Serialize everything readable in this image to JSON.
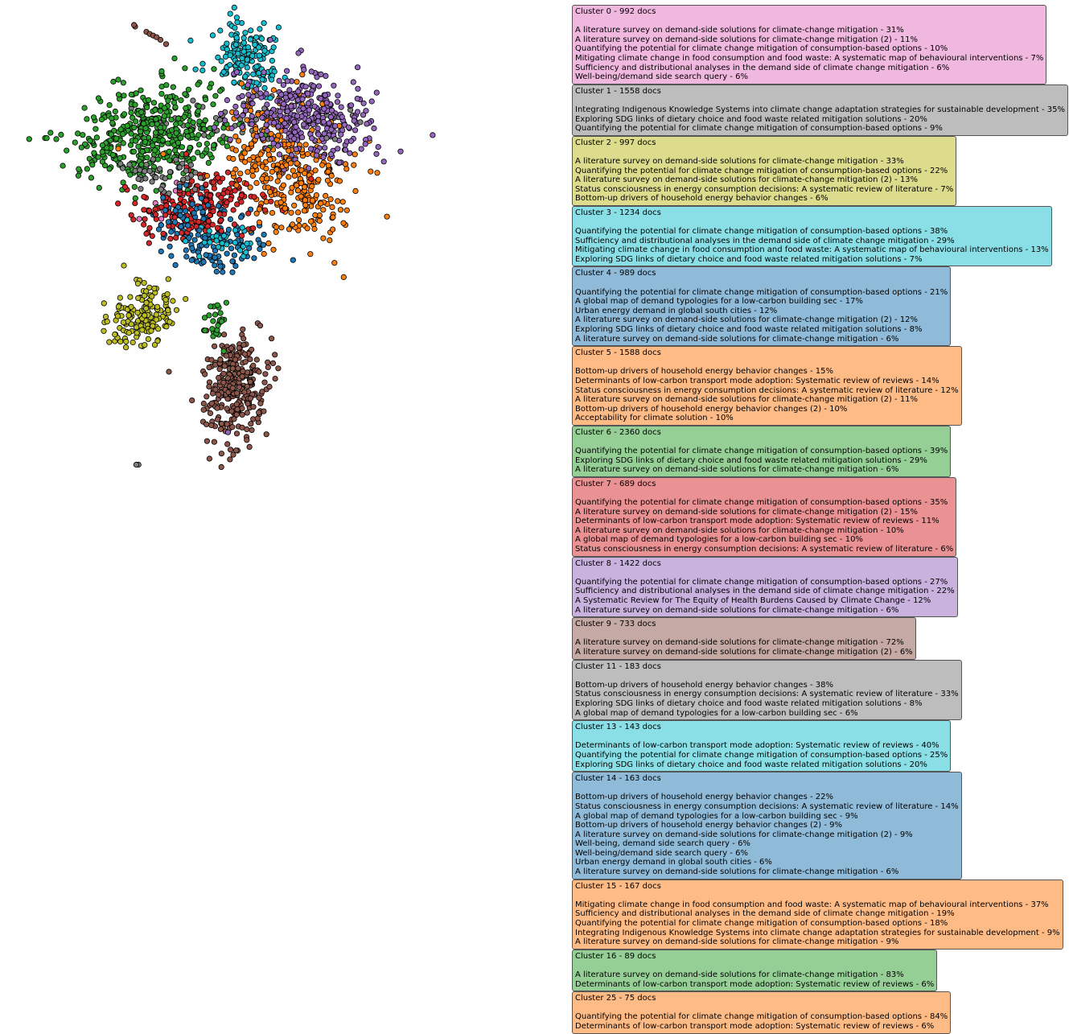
{
  "chart_data": {
    "type": "scatter",
    "xlim": [
      0,
      100
    ],
    "ylim": [
      0,
      100
    ],
    "axes_visible": false,
    "grid": false,
    "legend_placement": "right",
    "series": [
      {
        "cluster": 0,
        "color": "#e377c2",
        "count": 992,
        "centers": [
          [
            31,
            63
          ],
          [
            26,
            58
          ]
        ],
        "spread": [
          1.5,
          1.2
        ],
        "n_points": 10
      },
      {
        "cluster": 1,
        "color": "#7f7f7f",
        "count": 1558,
        "centers": [
          [
            60,
            78
          ],
          [
            26,
            77
          ]
        ],
        "spread": [
          2.5,
          2.0
        ],
        "n_points": 80
      },
      {
        "cluster": 2,
        "color": "#bcbd22",
        "count": 997,
        "centers": [
          [
            27,
            43
          ],
          [
            24,
            38
          ]
        ],
        "spread": [
          2.8,
          2.2
        ],
        "n_points": 160
      },
      {
        "cluster": 3,
        "color": "#17becf",
        "count": 1234,
        "centers": [
          [
            45,
            86
          ],
          [
            43,
            92
          ]
        ],
        "spread": [
          2.8,
          3.0
        ],
        "n_points": 160
      },
      {
        "cluster": 4,
        "color": "#1f77b4",
        "count": 989,
        "centers": [
          [
            42,
            55
          ],
          [
            34,
            55
          ]
        ],
        "spread": [
          4.0,
          3.0
        ],
        "n_points": 140
      },
      {
        "cluster": 5,
        "color": "#ff7f0e",
        "count": 1588,
        "centers": [
          [
            56,
            58
          ],
          [
            48,
            78
          ]
        ],
        "spread": [
          4.5,
          4.5
        ],
        "n_points": 300
      },
      {
        "cluster": 6,
        "color": "#2ca02c",
        "count": 2360,
        "centers": [
          [
            22,
            72
          ],
          [
            32,
            77
          ]
        ],
        "spread": [
          6.0,
          4.0
        ],
        "n_points": 420
      },
      {
        "cluster": 7,
        "color": "#d62728",
        "count": 689,
        "centers": [
          [
            40,
            62
          ],
          [
            30,
            60
          ]
        ],
        "spread": [
          5.0,
          3.0
        ],
        "n_points": 200
      },
      {
        "cluster": 8,
        "color": "#9467bd",
        "count": 1422,
        "centers": [
          [
            58,
            74
          ],
          [
            50,
            82
          ]
        ],
        "spread": [
          5.5,
          3.5
        ],
        "n_points": 320
      },
      {
        "cluster": 9,
        "color": "#8c564b",
        "count": 733,
        "centers": [
          [
            41,
            22
          ],
          [
            42,
            32
          ]
        ],
        "spread": [
          2.8,
          4.0
        ],
        "n_points": 300
      },
      {
        "cluster": 11,
        "color": "#7f7f7f",
        "count": 183,
        "centers": [
          [
            28,
            67
          ]
        ],
        "spread": [
          4.0,
          1.5
        ],
        "n_points": 40
      },
      {
        "cluster": 13,
        "color": "#17becf",
        "count": 143,
        "centers": [
          [
            40,
            55
          ]
        ],
        "spread": [
          3.0,
          2.0
        ],
        "n_points": 30
      },
      {
        "cluster": 14,
        "color": "#1f77b4",
        "count": 163,
        "centers": [
          [
            33,
            60
          ]
        ],
        "spread": [
          3.0,
          2.0
        ],
        "n_points": 30
      },
      {
        "cluster": 15,
        "color": "#ff7f0e",
        "count": 167,
        "centers": [
          [
            48,
            70
          ]
        ],
        "spread": [
          4.0,
          3.0
        ],
        "n_points": 40
      },
      {
        "cluster": 16,
        "color": "#2ca02c",
        "count": 89,
        "centers": [
          [
            38,
            40
          ]
        ],
        "spread": [
          1.2,
          2.0
        ],
        "n_points": 25
      },
      {
        "cluster": 25,
        "color": "#ff7f0e",
        "count": 75,
        "centers": [
          [
            50,
            60
          ]
        ],
        "spread": [
          3.0,
          3.0
        ],
        "n_points": 20
      }
    ],
    "outliers": [
      {
        "x": 24,
        "y": 95,
        "color": "#8c564b"
      },
      {
        "x": 23.8,
        "y": 95.3,
        "color": "#8c564b"
      },
      {
        "x": 26,
        "y": 94,
        "color": "#8c564b"
      },
      {
        "x": 26.6,
        "y": 93.6,
        "color": "#8c564b"
      },
      {
        "x": 27.2,
        "y": 93.3,
        "color": "#8c564b"
      },
      {
        "x": 27.8,
        "y": 93.0,
        "color": "#8c564b"
      },
      {
        "x": 28.5,
        "y": 92.5,
        "color": "#8c564b"
      },
      {
        "x": 29.5,
        "y": 91.7,
        "color": "#8c564b"
      },
      {
        "x": 8,
        "y": 74,
        "color": "#2ca02c"
      },
      {
        "x": 8.3,
        "y": 74,
        "color": "#2ca02c"
      },
      {
        "x": 10,
        "y": 73.8,
        "color": "#2ca02c"
      },
      {
        "x": 16,
        "y": 73.5,
        "color": "#2ca02c"
      },
      {
        "x": 64,
        "y": 77,
        "color": "#7f7f7f"
      },
      {
        "x": 58,
        "y": 74,
        "color": "#7f7f7f"
      },
      {
        "x": 59.5,
        "y": 73.8,
        "color": "#7f7f7f"
      },
      {
        "x": 61,
        "y": 58,
        "color": "#ff7f0e"
      },
      {
        "x": 59,
        "y": 61,
        "color": "#ff7f0e"
      },
      {
        "x": 60.5,
        "y": 60.5,
        "color": "#ff7f0e"
      },
      {
        "x": 59.4,
        "y": 50.5,
        "color": "#ff7f0e"
      },
      {
        "x": 22,
        "y": 50,
        "color": "#bcbd22"
      },
      {
        "x": 24.5,
        "y": 46.6,
        "color": "#bcbd22"
      },
      {
        "x": 26,
        "y": 43,
        "color": "#bcbd22"
      },
      {
        "x": 24.6,
        "y": 12.5,
        "color": "#7f7f7f"
      },
      {
        "x": 24.2,
        "y": 12.5,
        "color": "#7f7f7f"
      },
      {
        "x": 30,
        "y": 30,
        "color": "#8c564b"
      },
      {
        "x": 40.5,
        "y": 18.6,
        "color": "#9467bd"
      },
      {
        "x": 31,
        "y": 89,
        "color": "#2ca02c"
      },
      {
        "x": 22,
        "y": 82,
        "color": "#2ca02c"
      },
      {
        "x": 21,
        "y": 85,
        "color": "#2ca02c"
      },
      {
        "x": 25,
        "y": 83,
        "color": "#2ca02c"
      },
      {
        "x": 36,
        "y": 88,
        "color": "#17becf"
      },
      {
        "x": 48,
        "y": 92.5,
        "color": "#9467bd"
      },
      {
        "x": 53,
        "y": 90,
        "color": "#9467bd"
      },
      {
        "x": 57,
        "y": 86,
        "color": "#9467bd"
      },
      {
        "x": 60,
        "y": 82,
        "color": "#9467bd"
      },
      {
        "x": 38,
        "y": 87,
        "color": "#2ca02c"
      },
      {
        "x": 26,
        "y": 69,
        "color": "#7f7f7f"
      },
      {
        "x": 23,
        "y": 69,
        "color": "#7f7f7f"
      },
      {
        "x": 29,
        "y": 71,
        "color": "#ff7f0e"
      },
      {
        "x": 21,
        "y": 72,
        "color": "#ff7f0e"
      },
      {
        "x": 29,
        "y": 56,
        "color": "#d62728"
      },
      {
        "x": 26,
        "y": 56,
        "color": "#d62728"
      },
      {
        "x": 46,
        "y": 30,
        "color": "#8c564b"
      },
      {
        "x": 47,
        "y": 28,
        "color": "#8c564b"
      },
      {
        "x": 44,
        "y": 24,
        "color": "#8c564b"
      }
    ],
    "legend": [
      {
        "title": "Cluster 0 - 992 docs",
        "color": "#f0b8df",
        "lines": [
          "A literature survey on demand-side solutions for climate-change mitigation - 31%",
          "A literature survey on demand-side solutions for climate-change mitigation (2) - 11%",
          "Quantifying the potential for climate change mitigation of consumption-based options - 10%",
          "Mitigating climate change in food consumption and food waste: A systematic map of behavioural interventions - 7%",
          "Sufficiency and distributional analyses in the demand side of climate change mitigation - 6%",
          "Well-being/demand side search query - 6%"
        ]
      },
      {
        "title": "Cluster 1 - 1558 docs",
        "color": "#bdbdbd",
        "lines": [
          "Integrating Indigenous Knowledge Systems into climate change adaptation strategies for sustainable development - 35%",
          "Exploring SDG links of dietary choice and food waste related mitigation solutions - 20%",
          "Quantifying the potential for climate change mitigation of consumption-based options - 9%"
        ]
      },
      {
        "title": "Cluster 2 - 997 docs",
        "color": "#dcdc8c",
        "lines": [
          "A literature survey on demand-side solutions for climate-change mitigation - 33%",
          "Quantifying the potential for climate change mitigation of consumption-based options - 22%",
          "A literature survey on demand-side solutions for climate-change mitigation (2) - 13%",
          "Status consciousness in energy consumption decisions: A systematic review of literature - 7%",
          "Bottom-up drivers of household energy behavior changes - 6%"
        ]
      },
      {
        "title": "Cluster 3 - 1234 docs",
        "color": "#8adfe6",
        "lines": [
          "Quantifying the potential for climate change mitigation of consumption-based options - 38%",
          "Sufficiency and distributional analyses in the demand side of climate change mitigation - 29%",
          "Mitigating climate change in food consumption and food waste: A systematic map of behavioural interventions - 13%",
          "Exploring SDG links of dietary choice and food waste related mitigation solutions - 7%"
        ]
      },
      {
        "title": "Cluster 4 - 989 docs",
        "color": "#8fbbd9",
        "lines": [
          "Quantifying the potential for climate change mitigation of consumption-based options - 21%",
          "A global map of demand typologies for a low-carbon building sec - 17%",
          "Urban energy demand in global south cities - 12%",
          "A literature survey on demand-side solutions for climate-change mitigation (2) - 12%",
          "Exploring SDG links of dietary choice and food waste related mitigation solutions - 8%",
          "A literature survey on demand-side solutions for climate-change mitigation - 6%"
        ]
      },
      {
        "title": "Cluster 5 - 1588 docs",
        "color": "#ffbb86",
        "lines": [
          "Bottom-up drivers of household energy behavior changes - 15%",
          "Determinants of low-carbon transport mode adoption: Systematic review of reviews - 14%",
          "Status consciousness in energy consumption decisions: A systematic review of literature - 12%",
          "A literature survey on demand-side solutions for climate-change mitigation (2) - 11%",
          "Bottom-up drivers of household energy behavior changes (2) - 10%",
          "Acceptability for climate solution - 10%"
        ]
      },
      {
        "title": "Cluster 6 - 2360 docs",
        "color": "#95cf95",
        "lines": [
          "Quantifying the potential for climate change mitigation of consumption-based options - 39%",
          "Exploring SDG links of dietary choice and food waste related mitigation solutions - 29%",
          "A literature survey on demand-side solutions for climate-change mitigation - 6%"
        ]
      },
      {
        "title": "Cluster 7 - 689 docs",
        "color": "#ea9293",
        "lines": [
          "Quantifying the potential for climate change mitigation of consumption-based options - 35%",
          "A literature survey on demand-side solutions for climate-change mitigation (2) - 15%",
          "Determinants of low-carbon transport mode adoption: Systematic review of reviews - 11%",
          "A literature survey on demand-side solutions for climate-change mitigation - 10%",
          "A global map of demand typologies for a low-carbon building sec - 10%",
          "Status consciousness in energy consumption decisions: A systematic review of literature - 6%"
        ]
      },
      {
        "title": "Cluster 8 - 1422 docs",
        "color": "#c9b2de",
        "lines": [
          "Quantifying the potential for climate change mitigation of consumption-based options - 27%",
          "Sufficiency and distributional analyses in the demand side of climate change mitigation - 22%",
          "A Systematic Review for The Equity of Health Burdens Caused by Climate Change - 12%",
          "A literature survey on demand-side solutions for climate-change mitigation - 6%"
        ]
      },
      {
        "title": "Cluster 9 - 733 docs",
        "color": "#c5a9a4",
        "lines": [
          "A literature survey on demand-side solutions for climate-change mitigation - 72%",
          "A literature survey on demand-side solutions for climate-change mitigation (2) - 6%"
        ]
      },
      {
        "title": "Cluster 11 - 183 docs",
        "color": "#bdbdbd",
        "lines": [
          "Bottom-up drivers of household energy behavior changes - 38%",
          "Status consciousness in energy consumption decisions: A systematic review of literature - 33%",
          "Exploring SDG links of dietary choice and food waste related mitigation solutions - 8%",
          "A global map of demand typologies for a low-carbon building sec - 6%"
        ]
      },
      {
        "title": "Cluster 13 - 143 docs",
        "color": "#8adfe6",
        "lines": [
          "Determinants of low-carbon transport mode adoption: Systematic review of reviews - 40%",
          "Quantifying the potential for climate change mitigation of consumption-based options - 25%",
          "Exploring SDG links of dietary choice and food waste related mitigation solutions - 20%"
        ]
      },
      {
        "title": "Cluster 14 - 163 docs",
        "color": "#8fbbd9",
        "lines": [
          "Bottom-up drivers of household energy behavior changes - 22%",
          "Status consciousness in energy consumption decisions: A systematic review of literature - 14%",
          "A global map of demand typologies for a low-carbon building sec - 9%",
          "Bottom-up drivers of household energy behavior changes (2) - 9%",
          "A literature survey on demand-side solutions for climate-change mitigation (2) - 9%",
          "Well-being, demand side search query - 6%",
          "Well-being/demand side search query - 6%",
          "Urban energy demand in global south cities - 6%",
          "A literature survey on demand-side solutions for climate-change mitigation - 6%"
        ]
      },
      {
        "title": "Cluster 15 - 167 docs",
        "color": "#ffbb86",
        "lines": [
          "Mitigating climate change in food consumption and food waste: A systematic map of behavioural interventions - 37%",
          "Sufficiency and distributional analyses in the demand side of climate change mitigation - 19%",
          "Quantifying the potential for climate change mitigation of consumption-based options - 18%",
          "Integrating Indigenous Knowledge Systems into climate change adaptation strategies for sustainable development - 9%",
          "A literature survey on demand-side solutions for climate-change mitigation - 9%"
        ]
      },
      {
        "title": "Cluster 16 - 89 docs",
        "color": "#95cf95",
        "lines": [
          "A literature survey on demand-side solutions for climate-change mitigation - 83%",
          "Determinants of low-carbon transport mode adoption: Systematic review of reviews - 6%"
        ]
      },
      {
        "title": "Cluster 25 - 75 docs",
        "color": "#ffbb86",
        "lines": [
          "Quantifying the potential for climate change mitigation of consumption-based options - 84%",
          "Determinants of low-carbon transport mode adoption: Systematic review of reviews - 6%"
        ]
      }
    ]
  }
}
